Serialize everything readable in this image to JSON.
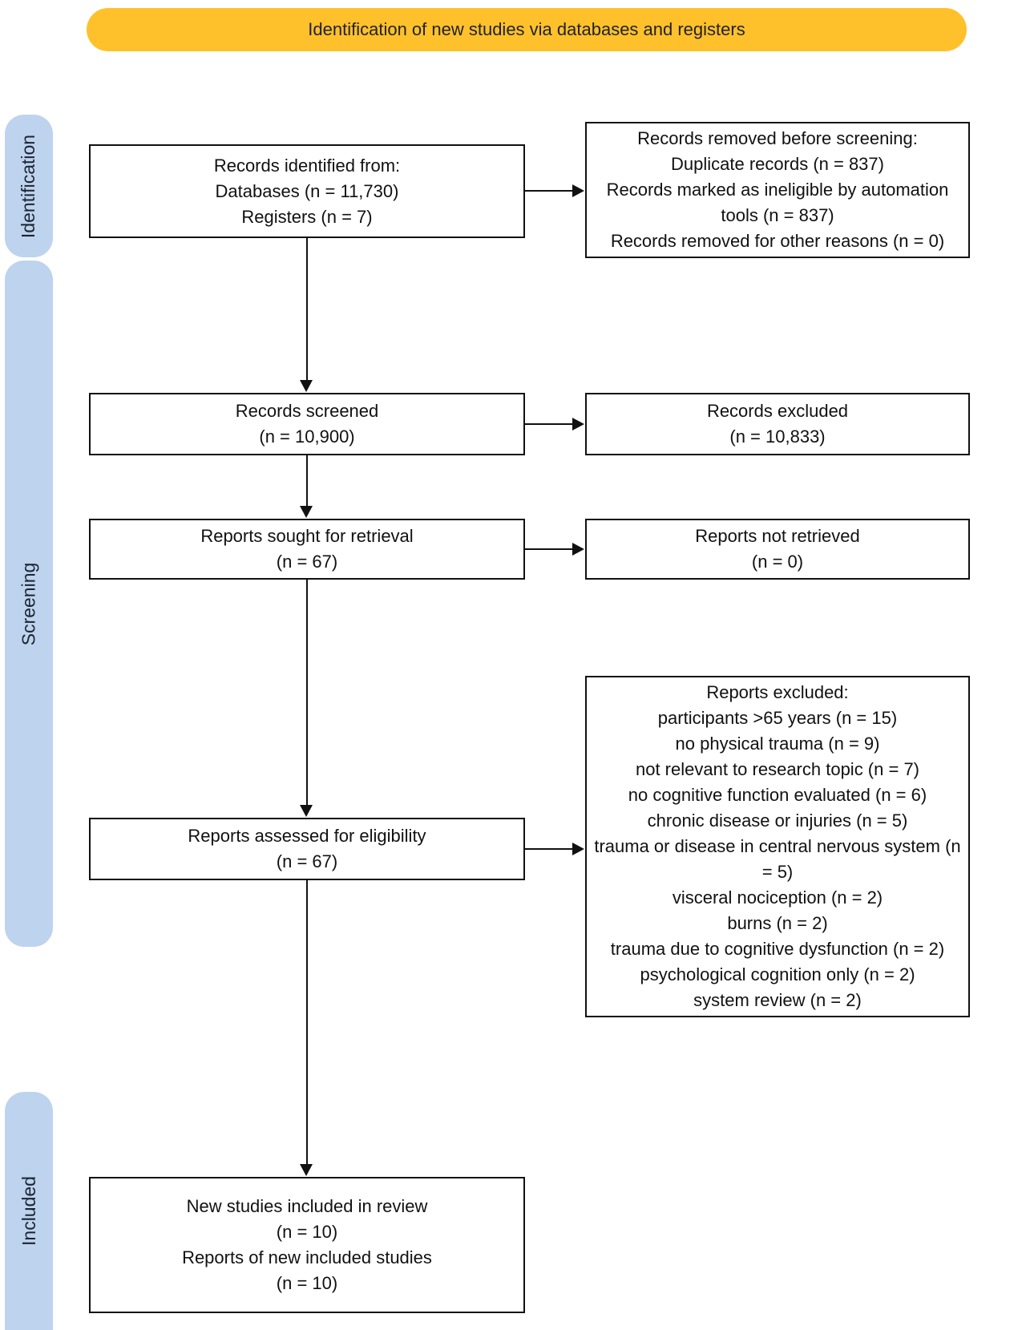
{
  "banner": {
    "label": "Identification of new studies via databases and registers"
  },
  "colors": {
    "banner_bg": "#FFC12B",
    "stagebar_bg": "#BDD3EE",
    "box_border": "#111111",
    "box_bg": "#FFFFFF"
  },
  "stages": [
    {
      "id": "identification",
      "label": "Identification"
    },
    {
      "id": "screening",
      "label": "Screening"
    },
    {
      "id": "included",
      "label": "Included"
    }
  ],
  "boxes": {
    "identified": {
      "lines": [
        "Records identified from:",
        "Databases (n = 11,730)",
        "Registers (n = 7)"
      ]
    },
    "removed": {
      "lines": [
        "Records removed before screening:",
        "Duplicate records (n = 837)",
        "Records marked as ineligible by automation tools (n = 837)",
        "Records removed for other reasons (n = 0)"
      ]
    },
    "screened": {
      "lines": [
        "Records screened",
        "(n = 10,900)"
      ]
    },
    "records_excluded": {
      "lines": [
        "Records excluded",
        "(n = 10,833)"
      ]
    },
    "sought": {
      "lines": [
        "Reports sought for retrieval",
        "(n = 67)"
      ]
    },
    "not_retrieved": {
      "lines": [
        "Reports not retrieved",
        "(n = 0)"
      ]
    },
    "assessed": {
      "lines": [
        "Reports assessed for eligibility",
        "(n = 67)"
      ]
    },
    "reports_excluded": {
      "title": "Reports excluded:",
      "reasons": [
        "participants >65 years (n = 15)",
        "no physical trauma (n = 9)",
        "not relevant to research topic (n = 7)",
        "no cognitive function evaluated (n = 6)",
        "chronic disease or injuries (n = 5)",
        "trauma or disease in central nervous system (n = 5)",
        "visceral nociception (n = 2)",
        "burns (n = 2)",
        "trauma due to cognitive dysfunction (n = 2)",
        "psychological cognition only (n = 2)",
        "system review (n = 2)"
      ]
    },
    "included_studies": {
      "lines": [
        "New studies included in review",
        "(n = 10)",
        "Reports of new included studies",
        "(n = 10)"
      ]
    }
  }
}
